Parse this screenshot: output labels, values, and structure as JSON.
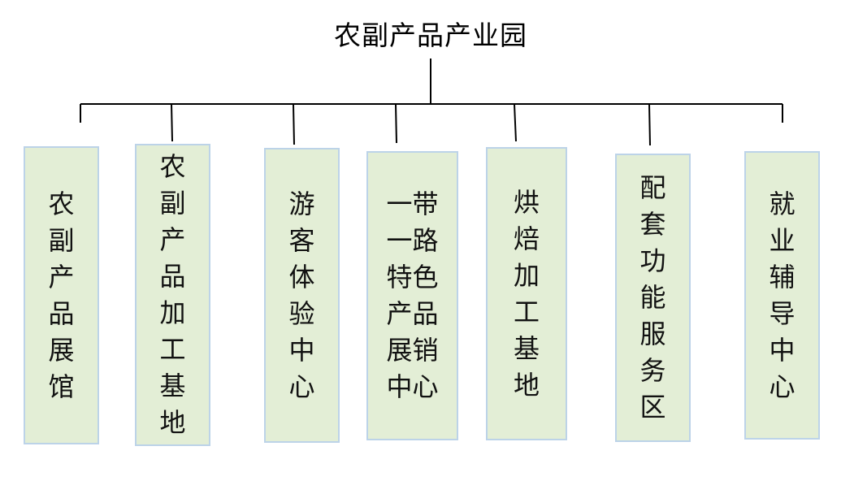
{
  "diagram": {
    "root": "农副产品产业园",
    "colors": {
      "box_fill": "#e3eed6",
      "box_border": "#bcd3e8",
      "line": "#000000"
    },
    "children": [
      {
        "label": "农\n副\n产\n品\n展\n馆"
      },
      {
        "label": "农\n副\n产\n品\n加\n工\n基\n地"
      },
      {
        "label": "游\n客\n体\n验\n中\n心"
      },
      {
        "label": "一带\n一路\n特色\n产品\n展销\n中心"
      },
      {
        "label": "烘\n焙\n加\n工\n基\n地"
      },
      {
        "label": "配\n套\n功\n能\n服\n务\n区"
      },
      {
        "label": "就\n业\n辅\n导\n中\n心"
      }
    ]
  }
}
